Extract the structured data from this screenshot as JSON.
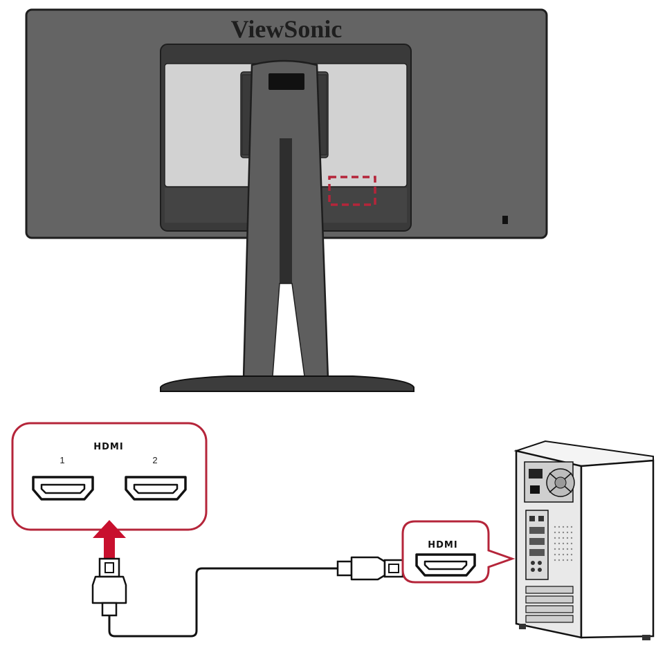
{
  "monitor": {
    "brand": "ViewSonic"
  },
  "callout_monitor": {
    "logo": "HDMI",
    "ports": [
      {
        "number": "1"
      },
      {
        "number": "2"
      }
    ]
  },
  "callout_pc": {
    "logo": "HDMI"
  },
  "colors": {
    "callout_border": "#b5253a",
    "highlight_box": "#b5253a",
    "arrow": "#c8102e",
    "monitor_body": "#6a6a6a",
    "monitor_panel": "#cfcfcf",
    "stand": "#5a5a5a"
  }
}
